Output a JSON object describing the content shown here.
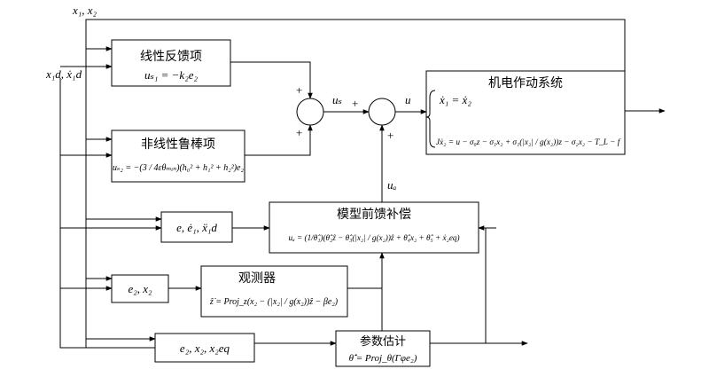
{
  "signals": {
    "top_feedback": "x₁, x₂",
    "reference": "x₁d, ẋ₁d",
    "us": "uₛ",
    "u": "u",
    "ua": "uₐ"
  },
  "signs": {
    "sum1_top": "+",
    "sum1_bottom": "+",
    "sum2_left": "+",
    "sum2_bottom": "+"
  },
  "blocks": {
    "linear": {
      "title": "线性反馈项",
      "eq": "uₛ₁ = −k₂e₂"
    },
    "robust": {
      "title": "非线性鲁棒项",
      "eq": "uₛ₂ = −(3 / 4εθₘᵢₙ)(h₀² + h₁² + h₂²)e₂"
    },
    "plant": {
      "title": "机电作动系统",
      "eq1": "ẋ₁ = ẋ₂",
      "eq2": "Jẋ₂ = u − σ₀z − σ₁x₂ + σ₁(|x₂| / g(x₂))z − σ₂x₂ − T_L − f"
    },
    "err1": {
      "label": "e, ė₁, ẍ₁d"
    },
    "model": {
      "title": "模型前馈补偿",
      "eq": "uₐ = (1/θ̂₁)(θ̂₂ẑ − θ̂₃(|x₂| / g(x₂))ẑ + θ̂₄x₂ + θ̂₅ + ẋ₂eq)"
    },
    "err2": {
      "label": "e₂, x₂"
    },
    "observer": {
      "title": "观测器",
      "eq": "ẑ̇ = Proj_z(x₂ − (|x₂| / g(x₂))ẑ − βe₂)"
    },
    "err3": {
      "label": "e₂, x₂, x₂eq"
    },
    "param": {
      "title": "参数估计",
      "eq": "θ̂̇ = Proj_θ(Γφe₂)"
    }
  }
}
